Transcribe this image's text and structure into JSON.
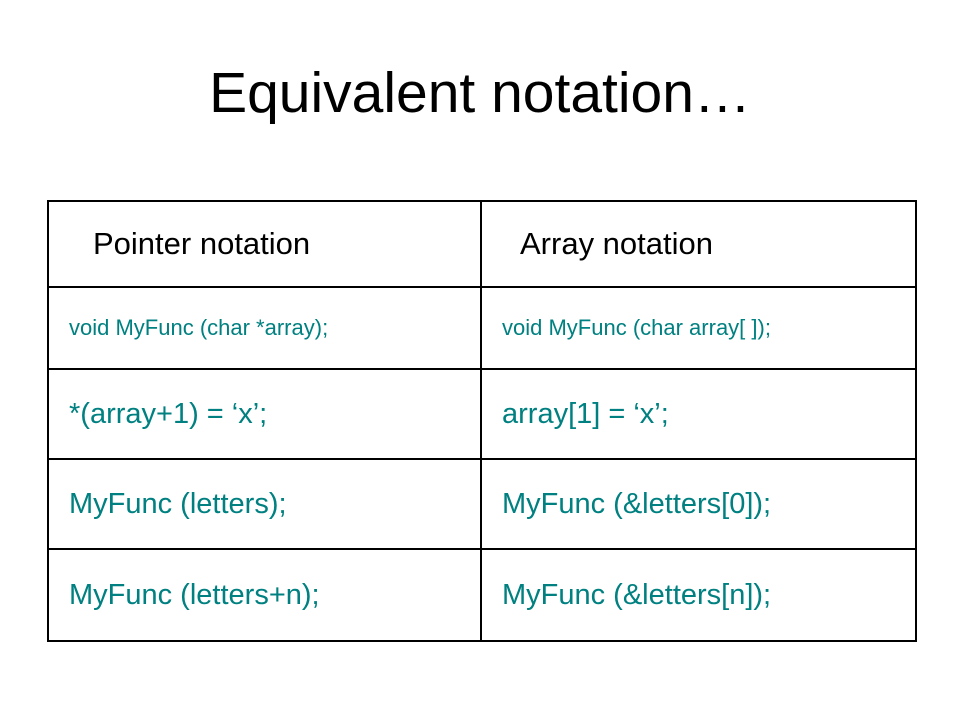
{
  "slide": {
    "title": "Equivalent notation…"
  },
  "table": {
    "headers": {
      "pointer": "Pointer notation",
      "array": "Array notation"
    },
    "rows": [
      {
        "pointer": "void MyFunc (char *array);",
        "array": "void MyFunc (char array[ ]);"
      },
      {
        "pointer": "*(array+1) = ‘x’;",
        "array": "array[1] = ‘x’;"
      },
      {
        "pointer": "MyFunc (letters);",
        "array": "MyFunc (&letters[0]);"
      },
      {
        "pointer": "MyFunc (letters+n);",
        "array": "MyFunc (&letters[n]);"
      }
    ]
  },
  "colors": {
    "code_text": "#008080",
    "header_text": "#000000",
    "border": "#000000"
  }
}
